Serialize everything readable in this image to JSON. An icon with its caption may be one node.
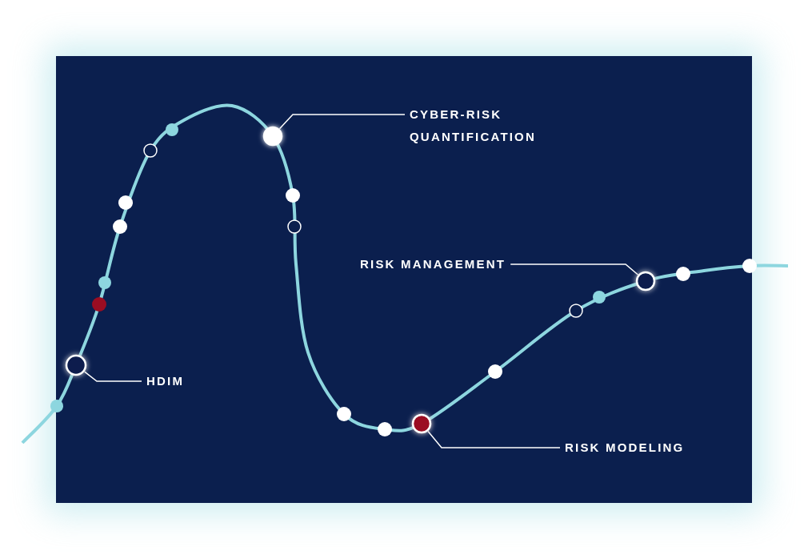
{
  "diagram": {
    "nodes": [
      {
        "text": [
          "CYBER-RISK QUANTIFICATION"
        ]
      },
      {
        "text": [],
        "shape": "circle"
      },
      {
        "text": [
          "RISK MANAGEMENT"
        ]
      },
      {
        "text": [],
        "shape": "circle"
      },
      {
        "text": [
          "HDIM"
        ]
      },
      {
        "text": [],
        "shape": "circle"
      },
      {
        "text": [
          "RISK MODELING"
        ]
      },
      {
        "text": [],
        "shape": "circle"
      }
    ],
    "edges": [
      {
        "from": 0,
        "to": 1,
        "arrow": "none"
      },
      {
        "from": 2,
        "to": 3,
        "arrow": "none"
      },
      {
        "from": 4,
        "to": 5,
        "arrow": "none"
      },
      {
        "from": 6,
        "to": 7,
        "arrow": "none"
      }
    ]
  }
}
